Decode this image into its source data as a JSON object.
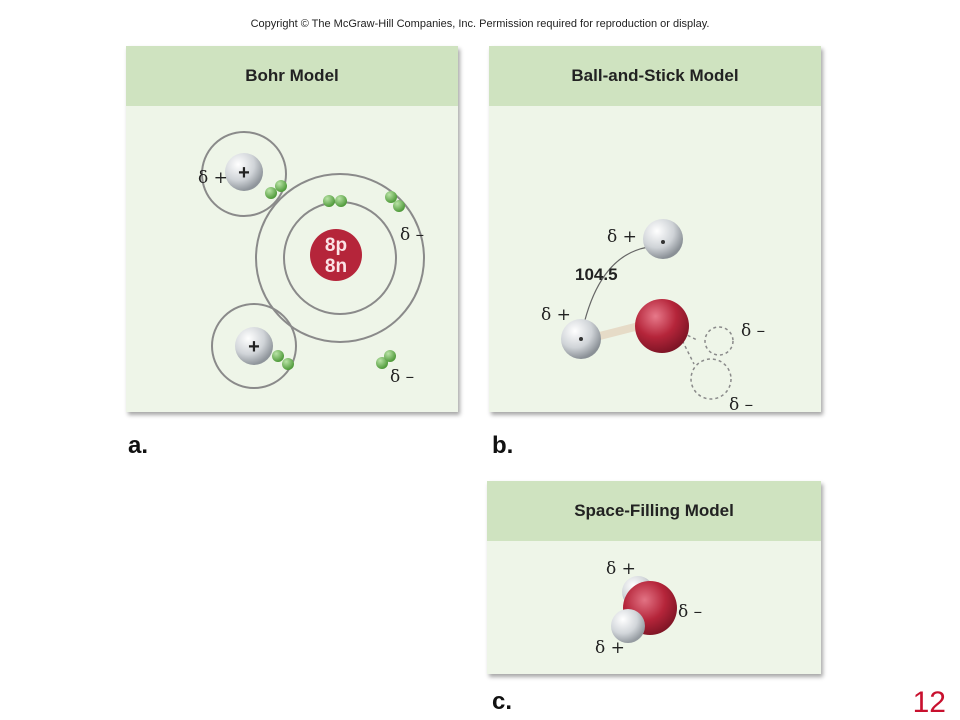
{
  "copyright": "Copyright © The McGraw-Hill Companies, Inc. Permission required for reproduction or display.",
  "panels": {
    "bohr": {
      "title": "Bohr Model",
      "nucleus_line1": "8p",
      "nucleus_line2": "8n",
      "plus": "+",
      "delta_plus": "δ +",
      "delta_minus": "δ –"
    },
    "ball": {
      "title": "Ball-and-Stick Model",
      "angle": "104.5",
      "delta_plus": "δ +",
      "delta_minus": "δ –"
    },
    "space": {
      "title": "Space-Filling Model",
      "delta_plus": "δ +",
      "delta_minus": "δ –"
    }
  },
  "labels": {
    "a": "a.",
    "b": "b.",
    "c": "c."
  },
  "page_number": "12",
  "colors": {
    "header": "#cfe3c0",
    "panel": "#eef5e8",
    "oxygen": "#b5253a",
    "electron": "#6fb256",
    "page_number": "#c8102e"
  }
}
